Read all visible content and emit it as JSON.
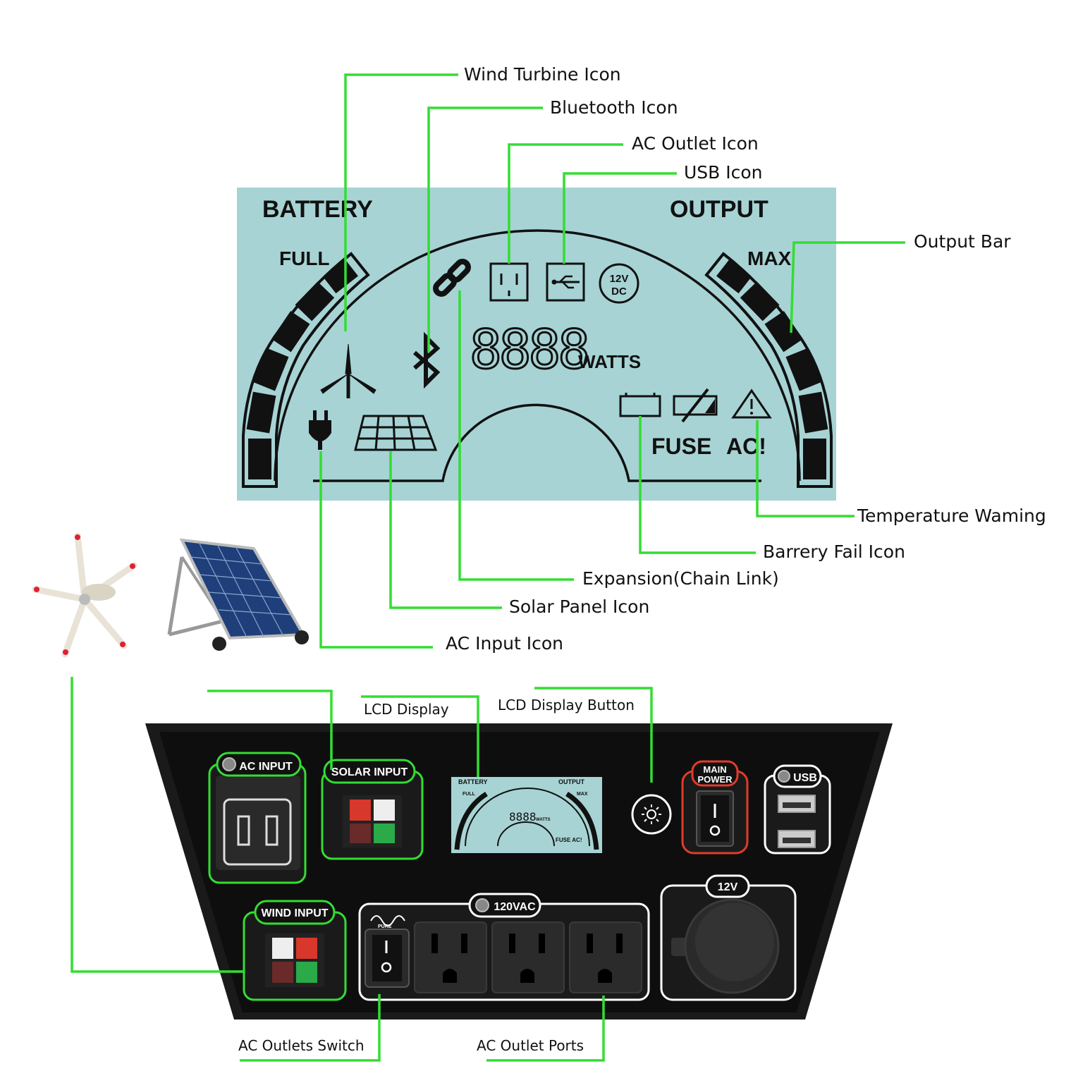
{
  "lcd": {
    "battery_label": "BATTERY",
    "output_label": "OUTPUT",
    "full_label": "FULL",
    "max_label": "MAX",
    "digits": "8888",
    "watts_label": "WATTS",
    "dc_badge_top": "12V",
    "dc_badge_bottom": "DC",
    "fuse_label": "FUSE",
    "ac_alert_label": "AC!"
  },
  "callouts": {
    "wind_turbine_icon": "Wind Turbine Icon",
    "bluetooth_icon": "Bluetooth Icon",
    "ac_outlet_icon": "AC Outlet Icon",
    "usb_icon": "USB Icon",
    "output_bar": "Output Bar",
    "temperature_warning": "Temperature Waming",
    "battery_fail_icon": "Barrery Fail Icon",
    "expansion": "Expansion(Chain Link)",
    "solar_panel_icon": "Solar Panel Icon",
    "ac_input_icon": "AC Input Icon",
    "lcd_display": "LCD Display",
    "lcd_display_button": "LCD Display Button",
    "ac_outlets_switch": "AC Outlets Switch",
    "ac_outlet_ports": "AC Outlet Ports"
  },
  "panel": {
    "ac_input_label": "AC INPUT",
    "solar_input_label": "SOLAR INPUT",
    "wind_input_label": "WIND INPUT",
    "main_power_label_top": "MAIN",
    "main_power_label_bottom": "POWER",
    "usb_label": "USB",
    "ac_120_label": "120VAC",
    "dc_12v_label": "12V",
    "pure_label": "PURE",
    "mini_lcd": {
      "battery": "BATTERY",
      "output": "OUTPUT",
      "full": "FULL",
      "max": "MAX",
      "digits": "8888",
      "watts": "WATTS",
      "fuse_ac": "FUSE AC!"
    }
  },
  "colors": {
    "lcd_background": "#a7d3d4",
    "lead_line": "#33dd33",
    "panel_body": "#111111",
    "port_ring_green": "#33dd33",
    "main_power_ring": "#e23b2a"
  }
}
